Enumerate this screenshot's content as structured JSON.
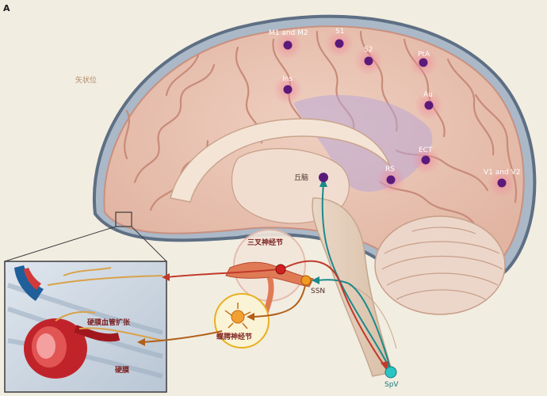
{
  "panel_letter": "A",
  "view_label": "矢状位",
  "regions": [
    {
      "id": "m1m2",
      "label": "M1 and M2"
    },
    {
      "id": "s1",
      "label": "S1"
    },
    {
      "id": "s2",
      "label": "S2"
    },
    {
      "id": "pta",
      "label": "PtA"
    },
    {
      "id": "ins",
      "label": "Ins"
    },
    {
      "id": "au",
      "label": "Au"
    },
    {
      "id": "ect",
      "label": "ECT"
    },
    {
      "id": "rs",
      "label": "RS"
    },
    {
      "id": "v1v2",
      "label": "V1 and V2"
    }
  ],
  "structures": {
    "thalamus": "丘脑",
    "trigeminal_ganglion": "三叉神经节",
    "ssn": "SSN",
    "sphenopalatine_ganglion": "蝶腭神经节",
    "spv": "SpV",
    "dural_vasodilation": "硬膜血管扩张",
    "dura": "硬膜"
  },
  "colors": {
    "region_dot": "#5b1a7a",
    "tract_teal": "#1a8a8a",
    "tract_red": "#c0392b",
    "ganglion_orange": "#e8901a",
    "spv_dot": "#2bc4c4"
  }
}
